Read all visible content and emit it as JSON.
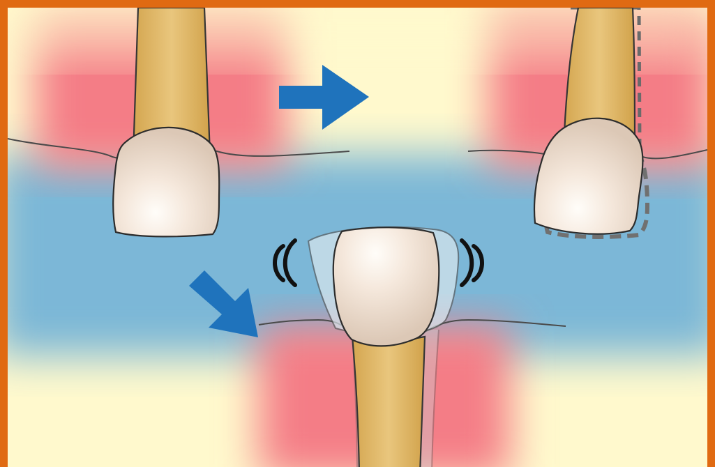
{
  "figure": {
    "panels": [
      "normal-tooth",
      "loose-tooth",
      "tooth-extruding"
    ],
    "colors": {
      "frame": "#e06a12",
      "background": "#fff9cd",
      "gum": "#f47d86",
      "water": "#7cb7d7",
      "root": "#dfb565",
      "enamel": "#f2e3d6",
      "arrow": "#1f73bc",
      "outline": "#3a3a3a"
    },
    "icons": [
      "arrow-right-icon",
      "arrow-down-right-icon",
      "shake-left-icon",
      "shake-right-icon"
    ]
  }
}
